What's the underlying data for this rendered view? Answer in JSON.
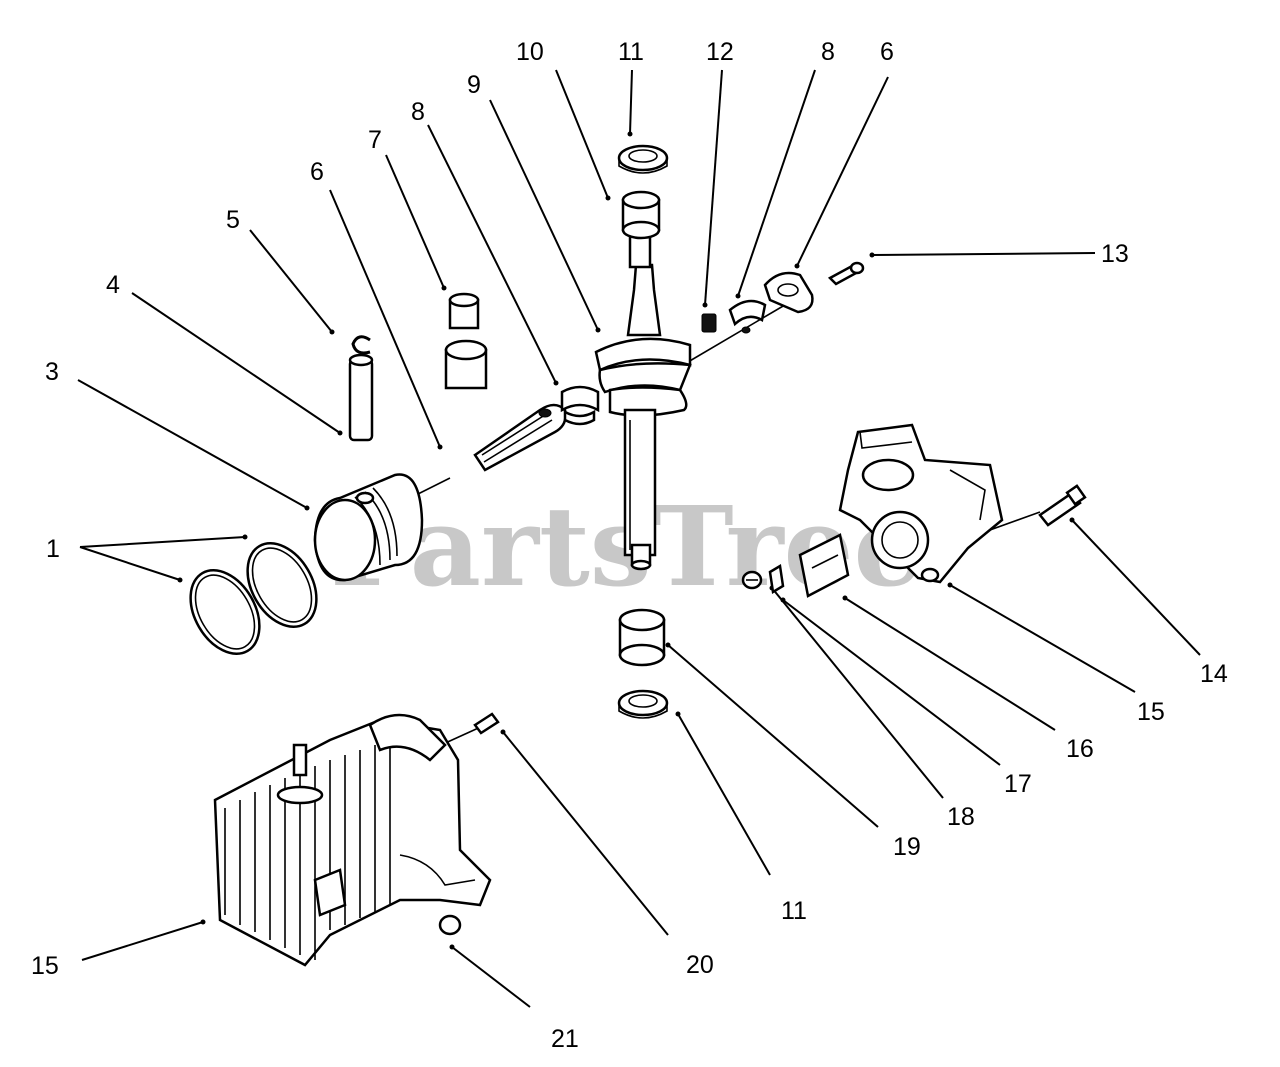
{
  "watermark": "PartsTree",
  "callouts": [
    {
      "id": "callout-1",
      "text": "1"
    },
    {
      "id": "callout-3",
      "text": "3"
    },
    {
      "id": "callout-4",
      "text": "4"
    },
    {
      "id": "callout-5",
      "text": "5"
    },
    {
      "id": "callout-6-left",
      "text": "6"
    },
    {
      "id": "callout-7",
      "text": "7"
    },
    {
      "id": "callout-8-left",
      "text": "8"
    },
    {
      "id": "callout-9",
      "text": "9"
    },
    {
      "id": "callout-10",
      "text": "10"
    },
    {
      "id": "callout-11-top",
      "text": "11"
    },
    {
      "id": "callout-12",
      "text": "12"
    },
    {
      "id": "callout-8-right",
      "text": "8"
    },
    {
      "id": "callout-6-right",
      "text": "6"
    },
    {
      "id": "callout-13",
      "text": "13"
    },
    {
      "id": "callout-14",
      "text": "14"
    },
    {
      "id": "callout-15-right",
      "text": "15"
    },
    {
      "id": "callout-16",
      "text": "16"
    },
    {
      "id": "callout-17",
      "text": "17"
    },
    {
      "id": "callout-18",
      "text": "18"
    },
    {
      "id": "callout-19",
      "text": "19"
    },
    {
      "id": "callout-11-bottom",
      "text": "11"
    },
    {
      "id": "callout-20",
      "text": "20"
    },
    {
      "id": "callout-15-left",
      "text": "15"
    },
    {
      "id": "callout-21",
      "text": "21"
    }
  ]
}
